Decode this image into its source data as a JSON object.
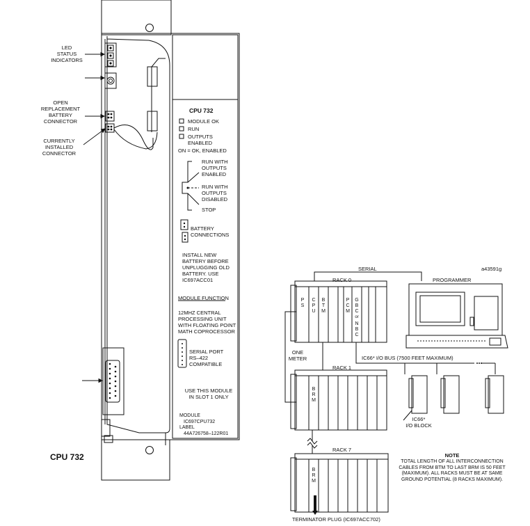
{
  "doc_code": "a43591g",
  "module": {
    "title_panel": "CPU 732",
    "caption": "CPU 732",
    "leds": [
      "MODULE OK",
      "RUN",
      "OUTPUTS",
      "ENABLED"
    ],
    "led_note": "ON = OK, ENABLED",
    "switch_positions": [
      "RUN WITH",
      "OUTPUTS",
      "ENABLED",
      "RUN WITH",
      "OUTPUTS",
      "DISABLED",
      "STOP"
    ],
    "battery_label": [
      "BATTERY",
      "CONNECTIONS"
    ],
    "install_note": [
      "INSTALL NEW",
      "BATTERY BEFORE",
      "UNPLUGGING OLD",
      "BATTERY.  USE",
      "IC697ACC01"
    ],
    "function_heading": "MODULE FUNCTION",
    "function_text": [
      "12MHZ CENTRAL",
      "PROCESSING UNIT",
      "WITH FLOATING POINT",
      "MATH COPROCESSOR"
    ],
    "serial_port": [
      "SERIAL PORT",
      "RS–422",
      "COMPATIBLE"
    ],
    "slot_note": [
      "USE THIS MODULE",
      "IN SLOT 1 ONLY"
    ],
    "label_info": [
      "MODULE",
      "IC697CPU732",
      "LABEL",
      "44A726758–122R01"
    ]
  },
  "callouts": {
    "led_status": [
      "LED",
      "STATUS",
      "INDICATORS"
    ],
    "open_battery": [
      "OPEN",
      "REPLACEMENT",
      "BATTERY",
      "CONNECTOR"
    ],
    "installed_connector": [
      "CURRENTLY",
      "INSTALLED",
      "CONNECTOR"
    ]
  },
  "system": {
    "serial": "SERIAL",
    "programmer": "PROGRAMMER",
    "rack0": "RACK 0",
    "rack1": "RACK 1",
    "rack7": "RACK 7",
    "rack0_slots": [
      "PS",
      "CPU",
      "BTM",
      "PCM",
      "GBC",
      "or",
      "NBC"
    ],
    "rack_brm": "BRM",
    "one_meter": [
      "ONE",
      "METER"
    ],
    "bus": "IC66* I/O BUS (7500 FEET MAXIMUM)",
    "io_block": [
      "IC66*",
      "I/O BLOCK"
    ],
    "note_heading": "NOTE",
    "note_text": [
      "TOTAL LENGTH OF ALL INTERCONNECTION",
      "CABLES FROM BTM TO LAST BRM IS 50 FEET",
      "(MAXIMUM). ALL RACKS MUST BE AT SAME",
      "GROUND POTENTIAL (8 RACKS MAXIMUM)."
    ],
    "terminator": "TERMINATOR PLUG  (IC697ACC702)"
  }
}
